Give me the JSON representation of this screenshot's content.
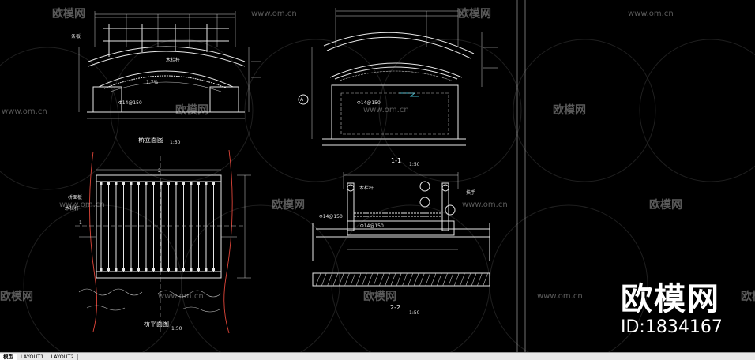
{
  "tabs": [
    {
      "label": "模型",
      "active": true
    },
    {
      "label": "LAYOUT1",
      "active": false
    },
    {
      "label": "LAYOUT2",
      "active": false
    }
  ],
  "brand": {
    "name": "欧模网",
    "id": "ID:1834167"
  },
  "watermark": {
    "text": "欧模网",
    "url": "www.om.cn"
  },
  "views": {
    "elevation_title": "桥立面图",
    "plan_title": "桥平面图",
    "section1_title": "1-1",
    "section2_title": "2-2",
    "scale": "1:50",
    "section_mark_1": "1",
    "section_mark_2": "2"
  },
  "colors": {
    "line": "#e8e8e8",
    "accent_red": "#e0463a",
    "accent_cyan": "#3fb6c8"
  }
}
